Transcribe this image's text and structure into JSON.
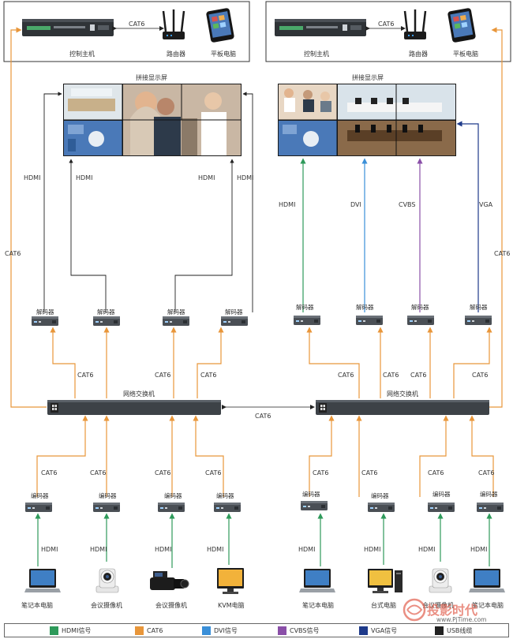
{
  "top_left": {
    "host": "控制主机",
    "router": "路由器",
    "tablet": "平板电脑",
    "link": "CAT6"
  },
  "top_right": {
    "host": "控制主机",
    "router": "路由器",
    "tablet": "平板电脑",
    "link": "CAT6"
  },
  "walls": {
    "left_title": "拼接显示屏",
    "right_title": "拼接显示屏"
  },
  "side_links": {
    "left": "CAT6",
    "right": "CAT6"
  },
  "left_decoder_links": [
    "HDMI",
    "HDMI",
    "HDMI",
    "HDMI"
  ],
  "right_decoder_links": [
    "HDMI",
    "DVI",
    "CVBS",
    "VGA"
  ],
  "decoder_label": "解码器",
  "encoder_label": "编码器",
  "cat6": "CAT6",
  "hdmi": "HDMI",
  "switch_label": "网络交换机",
  "switch_link": "CAT6",
  "sources_left": [
    "笔记本电脑",
    "会议摄像机",
    "会议摄像机",
    "KVM电脑"
  ],
  "sources_right": [
    "笔记本电脑",
    "台式电脑",
    "会议摄像机",
    "笔记本电脑"
  ],
  "watermark": {
    "main": "投影时代",
    "url": "www.PjTime.com"
  },
  "legend": [
    {
      "label": "HDMI信号",
      "color": "#2e9a5a"
    },
    {
      "label": "CAT6",
      "color": "#e8963a"
    },
    {
      "label": "DVI信号",
      "color": "#3a8fd8"
    },
    {
      "label": "CVBS信号",
      "color": "#8a4fa8"
    },
    {
      "label": "VGA信号",
      "color": "#1e3a8a"
    },
    {
      "label": "USB线缆",
      "color": "#222222"
    }
  ]
}
